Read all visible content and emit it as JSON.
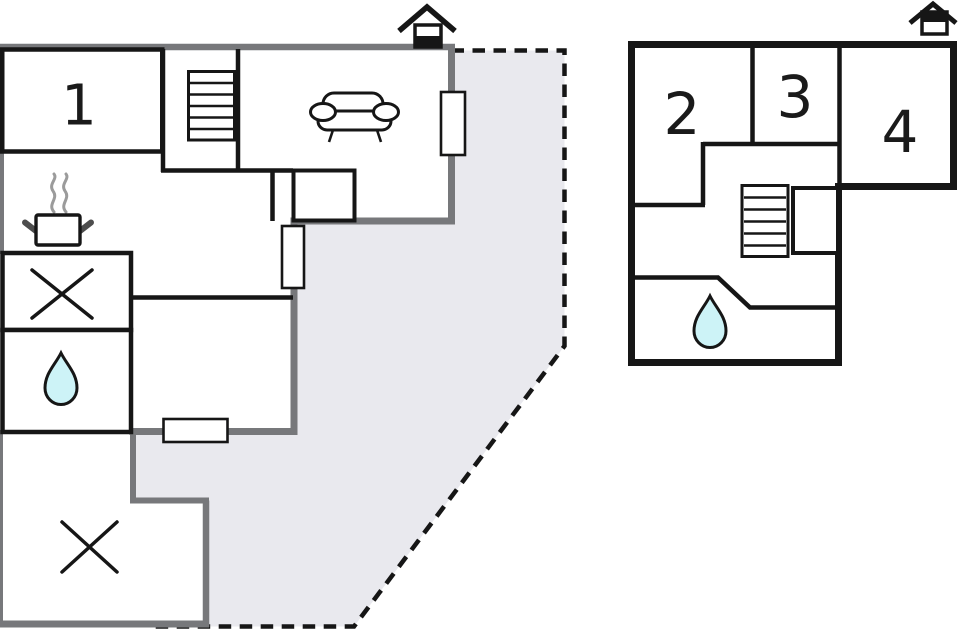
{
  "ground_floor": {
    "level_indicator_icon": "house-lower-level-icon",
    "rooms": {
      "room1": "1"
    },
    "feature_icons": [
      "staircase-icon",
      "sofa-icon",
      "stove-pot-icon",
      "steam-icon",
      "water-droplet-icon",
      "cross-marker-icon",
      "window-marker",
      "door-marker",
      "terrace-dashed-boundary"
    ]
  },
  "upper_floor": {
    "level_indicator_icon": "house-upper-level-icon",
    "rooms": {
      "room2": "2",
      "room3": "3",
      "room4": "4"
    },
    "feature_icons": [
      "staircase-icon",
      "stair-landing",
      "water-droplet-icon"
    ]
  },
  "colors": {
    "wall_black": "#161616",
    "wall_gray": "#77787b",
    "terrace_fill": "#e9e9ee",
    "droplet_fill": "#cdf3f7",
    "steam_gray": "#9b9b9b",
    "background": "#ffffff"
  }
}
